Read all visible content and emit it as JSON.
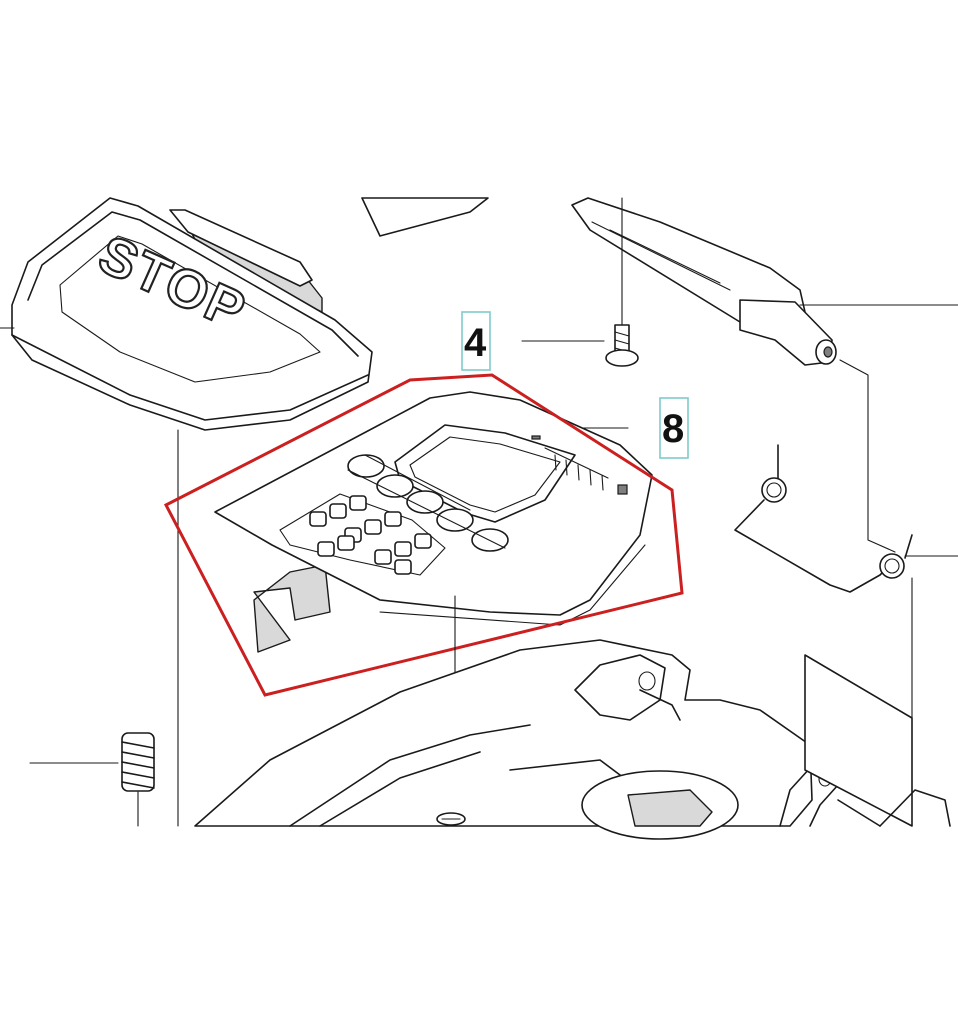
{
  "callouts": [
    {
      "id": "4",
      "label": "4"
    },
    {
      "id": "8",
      "label": "8"
    }
  ],
  "stop_button": {
    "label": "STOP"
  },
  "colors": {
    "highlight_outline": "#cc1f1f",
    "callout_box": "#7fcccc",
    "line_art": "#1a1a1a"
  }
}
